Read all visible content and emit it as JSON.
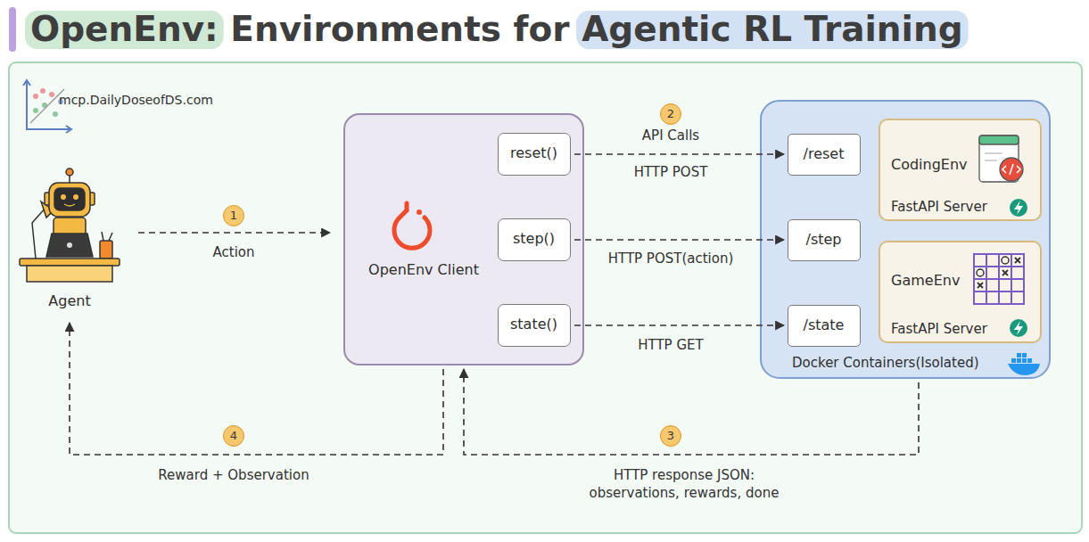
{
  "diagram": {
    "title": "OpenEnv: Environments for Agentic RL Training",
    "nodes": [
      {
        "text": [
          "Agent"
        ]
      },
      {
        "text": [
          "OpenEnv Client"
        ]
      },
      {
        "text": [
          "reset()"
        ],
        "in": 1
      },
      {
        "text": [
          "step()"
        ],
        "in": 1
      },
      {
        "text": [
          "state()"
        ],
        "in": 1
      },
      {
        "text": [
          "Docker Containers(Isolated)"
        ]
      },
      {
        "text": [
          "/reset"
        ],
        "in": 5
      },
      {
        "text": [
          "/step"
        ],
        "in": 5
      },
      {
        "text": [
          "/state"
        ],
        "in": 5
      },
      {
        "text": [
          "CodingEnv",
          "FastAPI Server"
        ],
        "in": 5
      },
      {
        "text": [
          "GameEnv",
          "FastAPI Server"
        ],
        "in": 5
      }
    ],
    "edges": [
      {
        "from": 0,
        "to": 1,
        "arrow": "to",
        "label": "Action"
      },
      {
        "from": 2,
        "to": 6,
        "arrow": "to",
        "label": "HTTP POST"
      },
      {
        "from": 3,
        "to": 7,
        "arrow": "to",
        "label": "HTTP POST(action)"
      },
      {
        "from": 4,
        "to": 8,
        "arrow": "to",
        "label": "HTTP GET"
      },
      {
        "from": 5,
        "to": 1,
        "arrow": "to",
        "label": "HTTP response JSON: observations, rewards, done"
      },
      {
        "from": 1,
        "to": 0,
        "arrow": "to",
        "label": "Reward + Observation"
      }
    ],
    "labels": [
      "mcp.DailyDoseofDS.com",
      "1",
      "2",
      "API Calls",
      "3",
      "4"
    ]
  }
}
